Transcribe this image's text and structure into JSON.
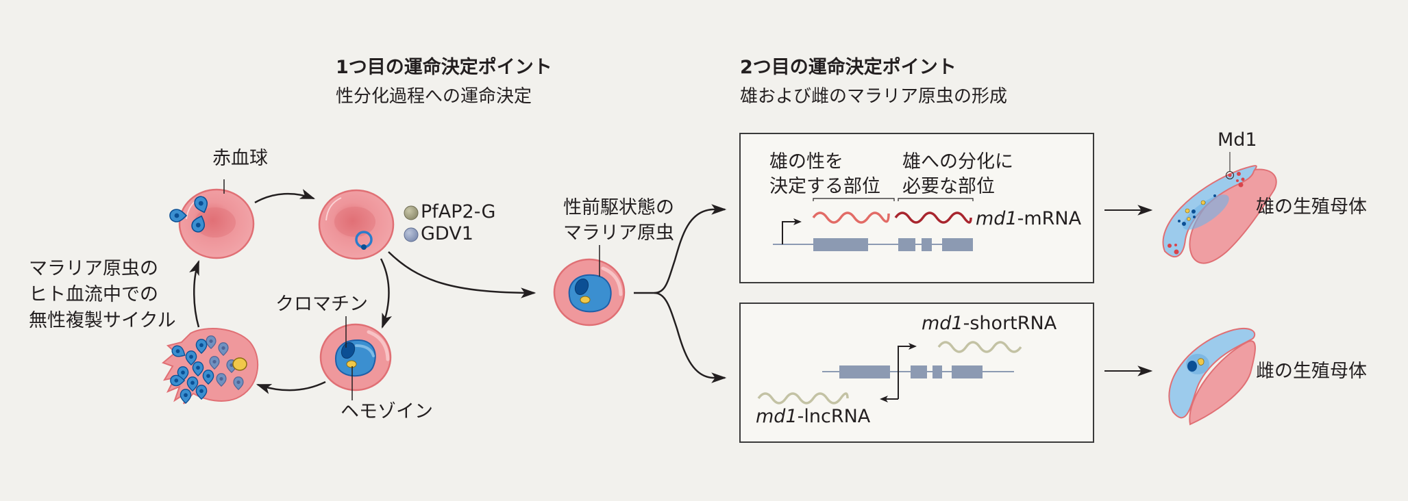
{
  "headings": {
    "point1": {
      "title": "1つ目の運命決定ポイント",
      "subtitle": "性分化過程への運命決定"
    },
    "point2": {
      "title": "2つ目の運命決定ポイント",
      "subtitle": "雄および雌のマラリア原虫の形成"
    }
  },
  "cycle": {
    "rbc_label": "赤血球",
    "cycle_label": [
      "マラリア原虫の",
      "ヒト血流中での",
      "無性複製サイクル"
    ],
    "chromatin_label": "クロマチン",
    "hemozoin_label": "ヘモゾイン"
  },
  "legend": {
    "items": [
      {
        "label": "PfAP2-G",
        "color": "#8e8c6e"
      },
      {
        "label": "GDV1",
        "color": "#7e8db0"
      }
    ]
  },
  "precursor": {
    "label": [
      "性前駆状態の",
      "マラリア原虫"
    ]
  },
  "male_box": {
    "region1_label": [
      "雄の性を",
      "決定する部位"
    ],
    "region2_label": [
      "雄への分化に",
      "必要な部位"
    ],
    "transcript_gene": "md1",
    "transcript_suffix": "-mRNA"
  },
  "female_box": {
    "short_gene": "md1",
    "short_suffix": "-shortRNA",
    "lnc_gene": "md1",
    "lnc_suffix": "-lncRNA"
  },
  "outcomes": {
    "male": {
      "label": "雄の生殖母体",
      "marker_label": "Md1"
    },
    "female": {
      "label": "雌の生殖母体"
    }
  },
  "colors": {
    "background": "#f2f1ed",
    "rbc": "#ee959a",
    "rbc_edge": "#e06f74",
    "parasite": "#3b8fd0",
    "parasite_dark": "#0b4f94",
    "hemozoin": "#f0c84a",
    "exon": "#8c9ab2",
    "mrna_light": "#e26b66",
    "mrna_dark": "#a8252e",
    "ncrna": "#c3c2a4"
  }
}
